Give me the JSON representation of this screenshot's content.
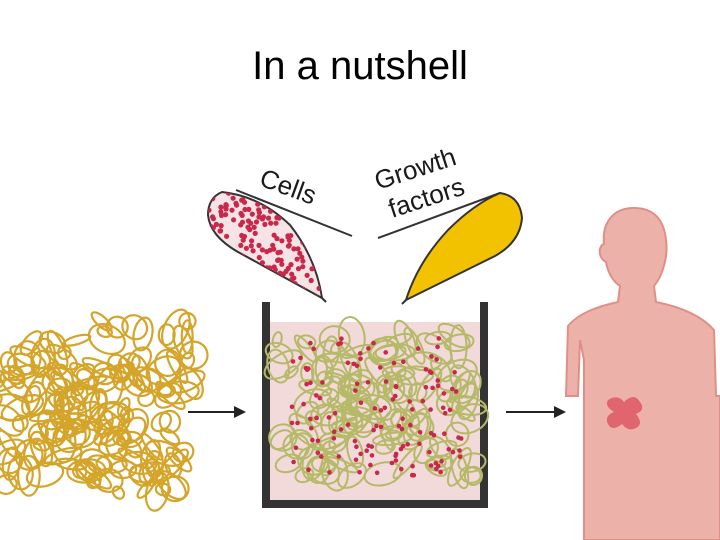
{
  "slide": {
    "title": "In a nutshell"
  },
  "labels": {
    "cells": "Cells",
    "growth": "Growth",
    "factors": "factors"
  },
  "colors": {
    "scaffold_gold": "#d4a52a",
    "scaffold_green": "#b5b968",
    "cells_red": "#c8284a",
    "growth_yellow": "#f2c200",
    "medium_pink": "#f2dada",
    "body_pink": "#ecb2aa",
    "organ_red": "#e0656e"
  },
  "icons": {
    "cells_tube": "test-tube-icon",
    "growth_tube": "test-tube-icon",
    "scaffold": "fiber-scaffold-icon",
    "culture": "culture-container-icon",
    "body": "human-body-icon",
    "organ": "organ-icon",
    "arrow": "arrow-right-icon"
  }
}
